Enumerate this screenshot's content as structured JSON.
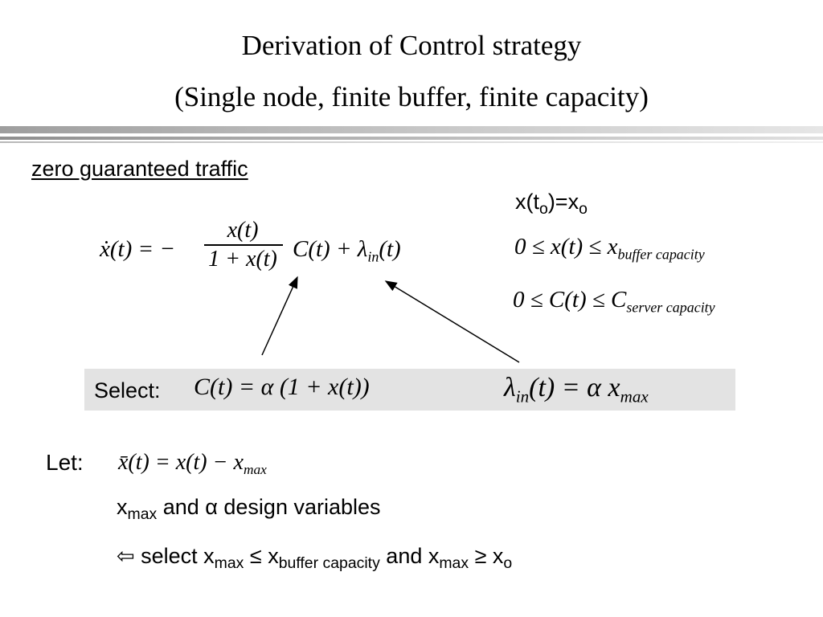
{
  "slide": {
    "title_line1": "Derivation of Control strategy",
    "title_line2": "(Single node, finite buffer, finite capacity)",
    "section_heading": "zero guaranteed traffic"
  },
  "equations": {
    "dynamics": {
      "lhs": "ẋ(t) = −",
      "frac_num": "x(t)",
      "frac_den": "1 + x(t)",
      "rhs_C": "C(t) + λ",
      "rhs_in_sub": "in",
      "rhs_t": "(t)"
    },
    "initial": {
      "main": "x(t",
      "sub1": "o",
      "mid": ")=x",
      "sub2": "o"
    },
    "buffer_constraint": {
      "main": "0 ≤ x(t) ≤ x",
      "sub": "buffer capacity"
    },
    "server_constraint": {
      "main": "0 ≤ C(t) ≤ C",
      "sub": "server capacity"
    },
    "select_label": "Select:",
    "select_C": "C(t) = α (1 + x(t))",
    "select_lambda": {
      "pre": "λ",
      "sub": "in",
      "post": "(t) = α x",
      "sub2": "max"
    },
    "let_label": "Let:",
    "let_eq": {
      "main": "x̄(t) = x(t) − x",
      "sub": "max"
    }
  },
  "notes": {
    "design": {
      "x": "x",
      "x_sub": "max",
      "text": " and α design variables"
    },
    "select_line": {
      "arrow": "⇦",
      "p1": " select  x",
      "s1": "max",
      "p2": " ≤ x",
      "s2": "buffer capacity",
      "p3": " and x",
      "s3": "max",
      "p4": " ≥ x",
      "s4": "o"
    }
  }
}
